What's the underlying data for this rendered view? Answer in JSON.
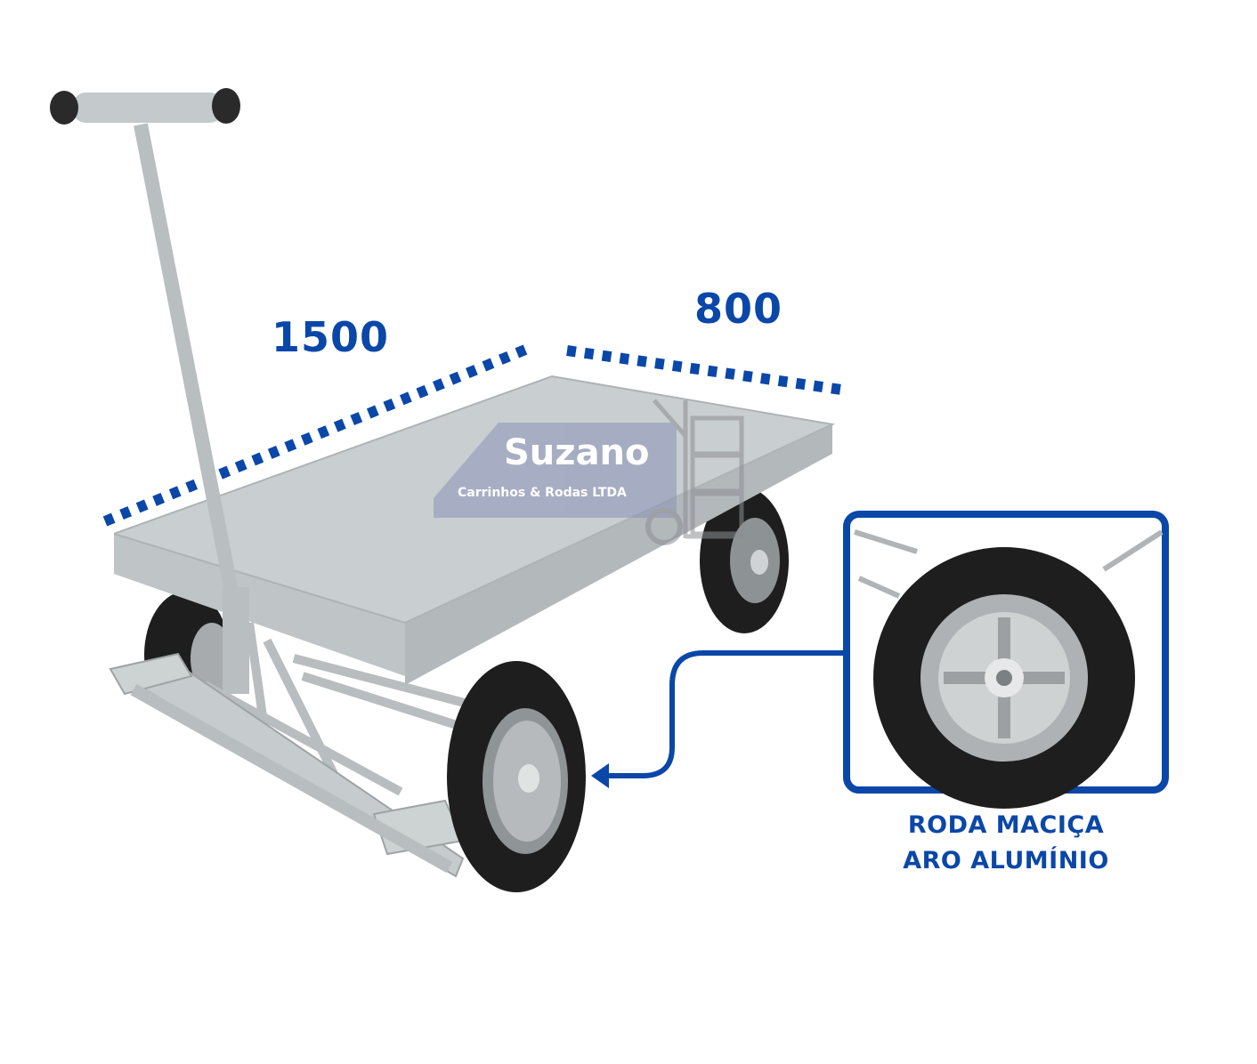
{
  "dimensions": {
    "length": "1500",
    "width": "800"
  },
  "caption": {
    "line1": "RODA MACIÇA",
    "line2": "ARO ALUMÍNIO"
  },
  "watermark": {
    "brand": "Suzano",
    "subtitle": "Carrinhos & Rodas LTDA"
  },
  "colors": {
    "accent_blue": "#0a47a8",
    "platform_gray": "#c9ced0",
    "tire_black": "#1e1e1e",
    "watermark": "#8a93b8"
  }
}
